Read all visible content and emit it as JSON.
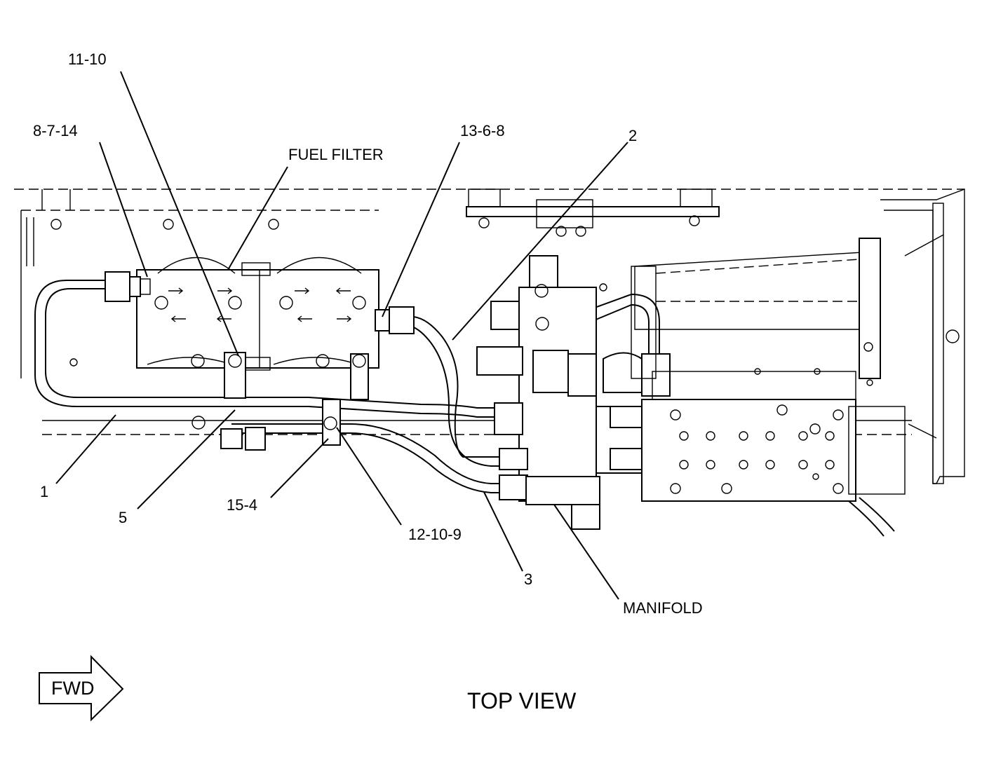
{
  "diagram": {
    "view_title": "TOP VIEW",
    "direction_arrow": "FWD",
    "callouts": {
      "c_11_10": "11-10",
      "c_8_7_14": "8-7-14",
      "fuel_filter": "FUEL FILTER",
      "c_13_6_8": "13-6-8",
      "c_2": "2",
      "c_1": "1",
      "c_5": "5",
      "c_15_4": "15-4",
      "c_12_10_9": "12-10-9",
      "c_3": "3",
      "manifold": "MANIFOLD"
    }
  }
}
